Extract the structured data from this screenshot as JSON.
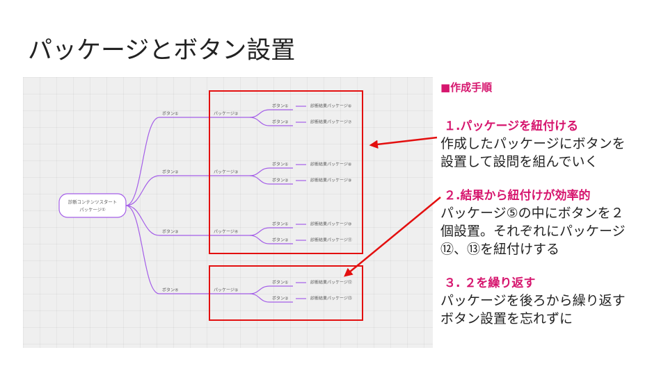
{
  "title": "パッケージとボタン設置",
  "mindmap": {
    "root": [
      "診断コンテンツスタート",
      "パッケージ①"
    ],
    "level1": [
      "ボタン①",
      "ボタン②",
      "ボタン③",
      "ボタン④"
    ],
    "level2": [
      "パッケージ②",
      "パッケージ③",
      "パッケージ④",
      "パッケージ⑤"
    ],
    "level3": [
      [
        "ボタン①",
        "ボタン②"
      ],
      [
        "ボタン①",
        "ボタン②"
      ],
      [
        "ボタン①",
        "ボタン②"
      ],
      [
        "ボタン①",
        "ボタン②"
      ]
    ],
    "level4": [
      [
        "診断結果パッケージ⑥",
        "診断結果パッケージ⑦"
      ],
      [
        "診断結果パッケージ⑧",
        "診断結果パッケージ⑨"
      ],
      [
        "診断結果パッケージ⑩",
        "診断結果パッケージ⑪"
      ],
      [
        "診断結果パッケージ⑫",
        "診断結果パッケージ⑬"
      ]
    ],
    "branch_color": "#a45ee8",
    "highlight_color": "#e30f0f"
  },
  "procedure": {
    "heading": "■作成手順",
    "steps": [
      {
        "title": "１.パッケージを紐付ける",
        "lines": [
          "作成したパッケージにボタンを",
          "設置して設問を組んでいく"
        ]
      },
      {
        "title": "２.結果から紐付けが効率的",
        "lines": [
          "パッケージ⑤の中にボタンを２",
          "個設置。それぞれにパッケージ",
          "⑫、⑬を紐付けする"
        ]
      },
      {
        "title": "３. ２を繰り返す",
        "lines": [
          "パッケージを後ろから繰り返す",
          "ボタン設置を忘れずに"
        ]
      }
    ],
    "accent_color": "#d6166e"
  }
}
